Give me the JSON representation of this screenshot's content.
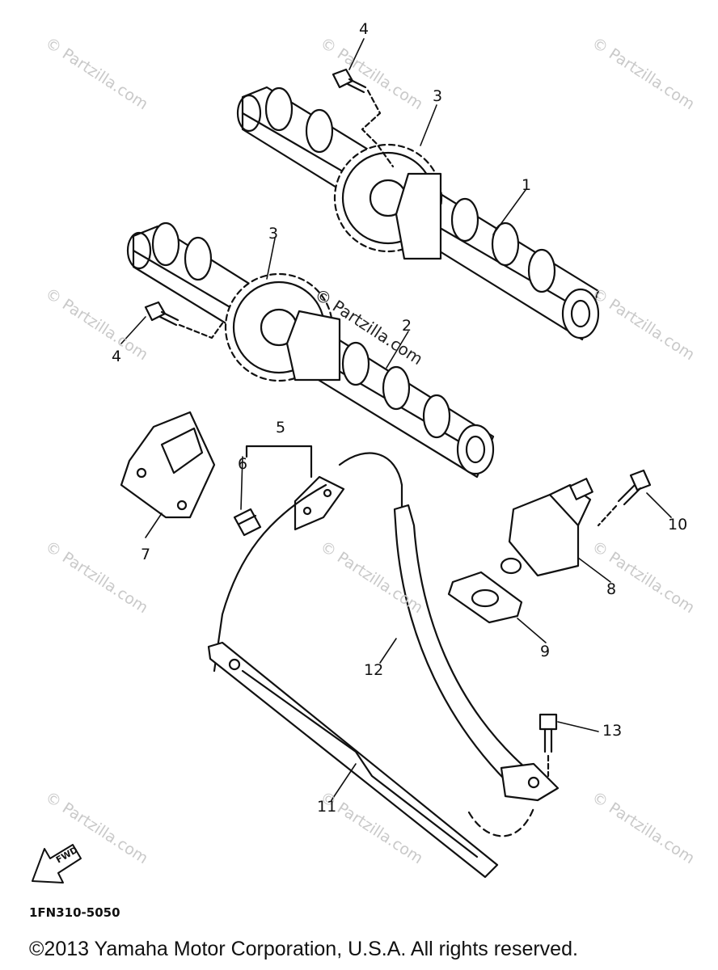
{
  "watermark": "© Partzilla.com",
  "center_watermark": "© Partzilla.com",
  "callouts": {
    "c1": "1",
    "c2": "2",
    "c3a": "3",
    "c3b": "3",
    "c4a": "4",
    "c4b": "4",
    "c5": "5",
    "c6": "6",
    "c7": "7",
    "c8": "8",
    "c9": "9",
    "c10": "10",
    "c11": "11",
    "c12": "12",
    "c13": "13"
  },
  "front_arrow_label": "FWD",
  "diagram_code": "1FN310-5050",
  "copyright": "©2013 Yamaha Motor Corporation, U.S.A. All rights reserved.",
  "colors": {
    "ink": "#111111",
    "watermark": "#c9c9c9",
    "background": "#ffffff"
  }
}
